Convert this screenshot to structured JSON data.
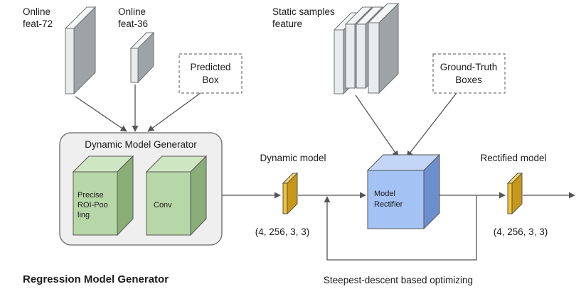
{
  "labels": {
    "online_feat_72": [
      "Online",
      "feat-72"
    ],
    "online_feat_36": [
      "Online",
      "feat-36"
    ],
    "predicted_box": [
      "Predicted",
      "Box"
    ],
    "static_samples": [
      "Static samples",
      "feature"
    ],
    "ground_truth": [
      "Ground-Truth",
      "Boxes"
    ],
    "generator_title": "Dynamic Model Generator",
    "precise_roi": [
      "Precise",
      "ROI-Poo",
      "ling"
    ],
    "conv": "Conv",
    "dynamic_model": "Dynamic model",
    "dynamic_shape": "(4, 256, 3, 3)",
    "model_rectifier": [
      "Model",
      "Rectifier"
    ],
    "rectified_model": "Rectified model",
    "rectified_shape": "(4, 256, 3, 3)",
    "optimizing": "Steepest-descent based optimizing",
    "figure_title": "Regression Model Generator"
  },
  "colors": {
    "feature_map_front": "#e9ecec",
    "feature_map_side": "#9ea3a6",
    "generator_box_fill": "#efefef",
    "green_cube_front": "#b7d7a8",
    "green_cube_side": "#8aae78",
    "yellow_model_front": "#f1c232",
    "yellow_model_side": "#c7971a",
    "rectifier_front": "#a4c2f4",
    "rectifier_side": "#6d8fcf",
    "arrow": "#555555"
  }
}
